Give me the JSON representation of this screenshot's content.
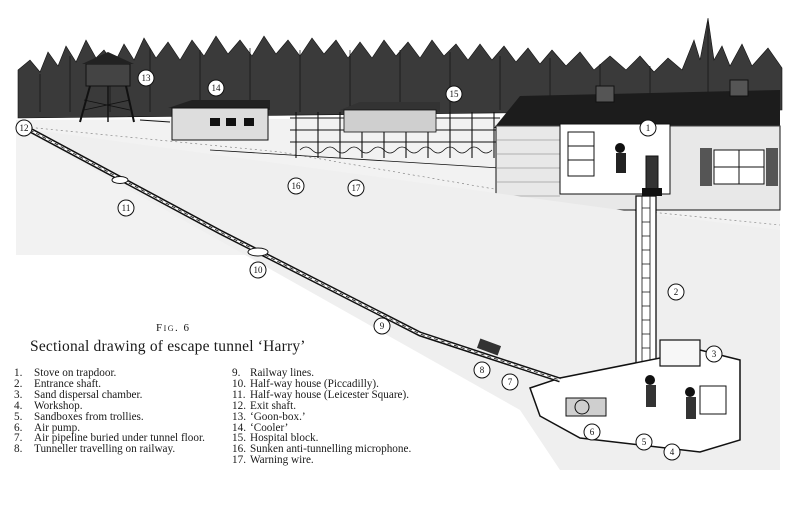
{
  "figure": {
    "label": "Fig. 6",
    "title": "Sectional drawing of escape tunnel ‘Harry’"
  },
  "legend": [
    {
      "num": "1.",
      "text": "Stove on trapdoor."
    },
    {
      "num": "2.",
      "text": "Entrance shaft."
    },
    {
      "num": "3.",
      "text": "Sand dispersal chamber."
    },
    {
      "num": "4.",
      "text": "Workshop."
    },
    {
      "num": "5.",
      "text": "Sandboxes from trollies."
    },
    {
      "num": "6.",
      "text": "Air pump."
    },
    {
      "num": "7.",
      "text": "Air pipeline buried under tunnel floor."
    },
    {
      "num": "8.",
      "text": "Tunneller travelling on railway."
    },
    {
      "num": "9.",
      "text": "Railway lines."
    },
    {
      "num": "10.",
      "text": "Half-way house (Piccadilly)."
    },
    {
      "num": "11.",
      "text": "Half-way house (Leicester Square)."
    },
    {
      "num": "12.",
      "text": "Exit shaft."
    },
    {
      "num": "13.",
      "text": "‘Goon-box.’"
    },
    {
      "num": "14.",
      "text": "‘Cooler’"
    },
    {
      "num": "15.",
      "text": "Hospital block."
    },
    {
      "num": "16.",
      "text": "Sunken anti-tunnelling microphone."
    },
    {
      "num": "17.",
      "text": "Warning wire."
    }
  ],
  "callouts": [
    "1",
    "2",
    "3",
    "4",
    "5",
    "6",
    "7",
    "8",
    "9",
    "10",
    "11",
    "12",
    "13",
    "14",
    "15",
    "16",
    "17"
  ]
}
